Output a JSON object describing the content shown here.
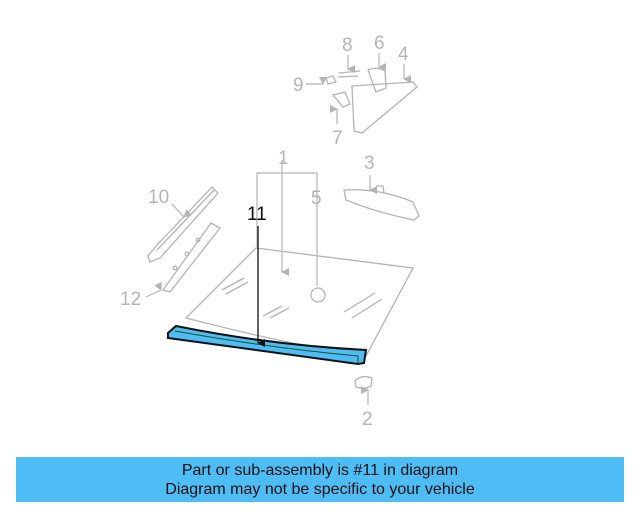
{
  "diagram": {
    "highlight_color": "#4fbdf5",
    "line_color": "#b4b4b4",
    "callouts": [
      {
        "label": "1",
        "part": "windshield"
      },
      {
        "label": "2",
        "part": "mirror-mount-button"
      },
      {
        "label": "3",
        "part": "rearview-mirror"
      },
      {
        "label": "4",
        "part": "rearview-mirror-assembly"
      },
      {
        "label": "5",
        "part": "sensor"
      },
      {
        "label": "6",
        "part": "mirror-cover"
      },
      {
        "label": "7",
        "part": "bracket"
      },
      {
        "label": "8",
        "part": "mirror-trim"
      },
      {
        "label": "9",
        "part": "mirror-bracket"
      },
      {
        "label": "10",
        "part": "pillar-molding"
      },
      {
        "label": "11",
        "part": "lower-molding",
        "highlighted": true
      },
      {
        "label": "12",
        "part": "pillar-retainer"
      }
    ]
  },
  "banner": {
    "line1": "Part or sub-assembly is #11 in diagram",
    "line2": "Diagram may not be specific to your vehicle"
  }
}
